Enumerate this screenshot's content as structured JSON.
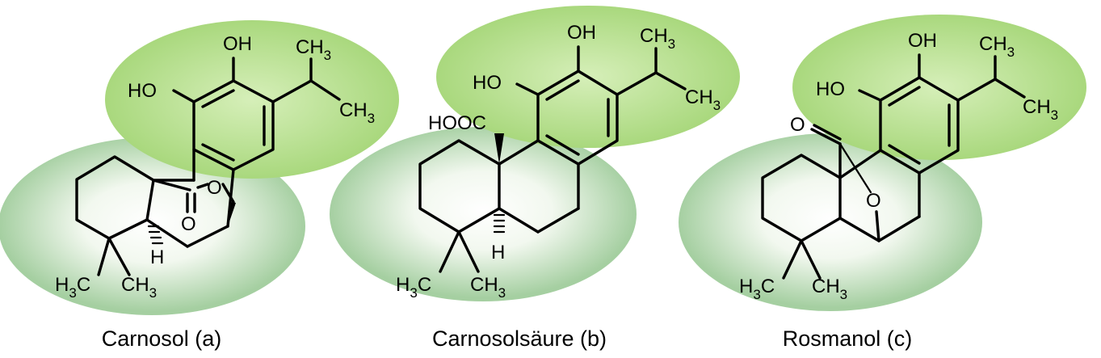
{
  "colors": {
    "ellipse_top": "#a9d87d",
    "ellipse_bottom_center": "#ffffff",
    "ellipse_bottom_edge": "#a5cfa1",
    "bond": "#000000"
  },
  "molecules": [
    {
      "caption": "Carnosol (a)",
      "labels": {
        "oh_top": "OH",
        "ho_left": "HO",
        "ch3_top": "CH",
        "ch3_right": "CH",
        "sub_top": "3",
        "sub_right": "3",
        "ring_o": "O",
        "carbonyl_o": "O",
        "h_stereo": "H",
        "h3c_text": "H",
        "h3c_sub": "3",
        "h3c_c": "C",
        "ch3_bottom": "CH",
        "sub_bottom": "3"
      }
    },
    {
      "caption": "Carnosolsäure (b)",
      "labels": {
        "oh_top": "OH",
        "ho_left": "HO",
        "hooc": "HOOC",
        "ch3_top": "CH",
        "ch3_right": "CH",
        "sub_top": "3",
        "sub_right": "3",
        "h_stereo": "H",
        "h3c_text": "H",
        "h3c_sub": "3",
        "h3c_c": "C",
        "ch3_bottom": "CH",
        "sub_bottom": "3"
      }
    },
    {
      "caption": "Rosmanol (c)",
      "labels": {
        "oh_top": "OH",
        "ho_left": "HO",
        "carbonyl_o": "O",
        "ring_o": "O",
        "ch3_top": "CH",
        "ch3_right": "CH",
        "sub_top": "3",
        "sub_right": "3",
        "h3c_text": "H",
        "h3c_sub": "3",
        "h3c_c": "C",
        "ch3_bottom": "CH",
        "sub_bottom": "3"
      }
    }
  ]
}
